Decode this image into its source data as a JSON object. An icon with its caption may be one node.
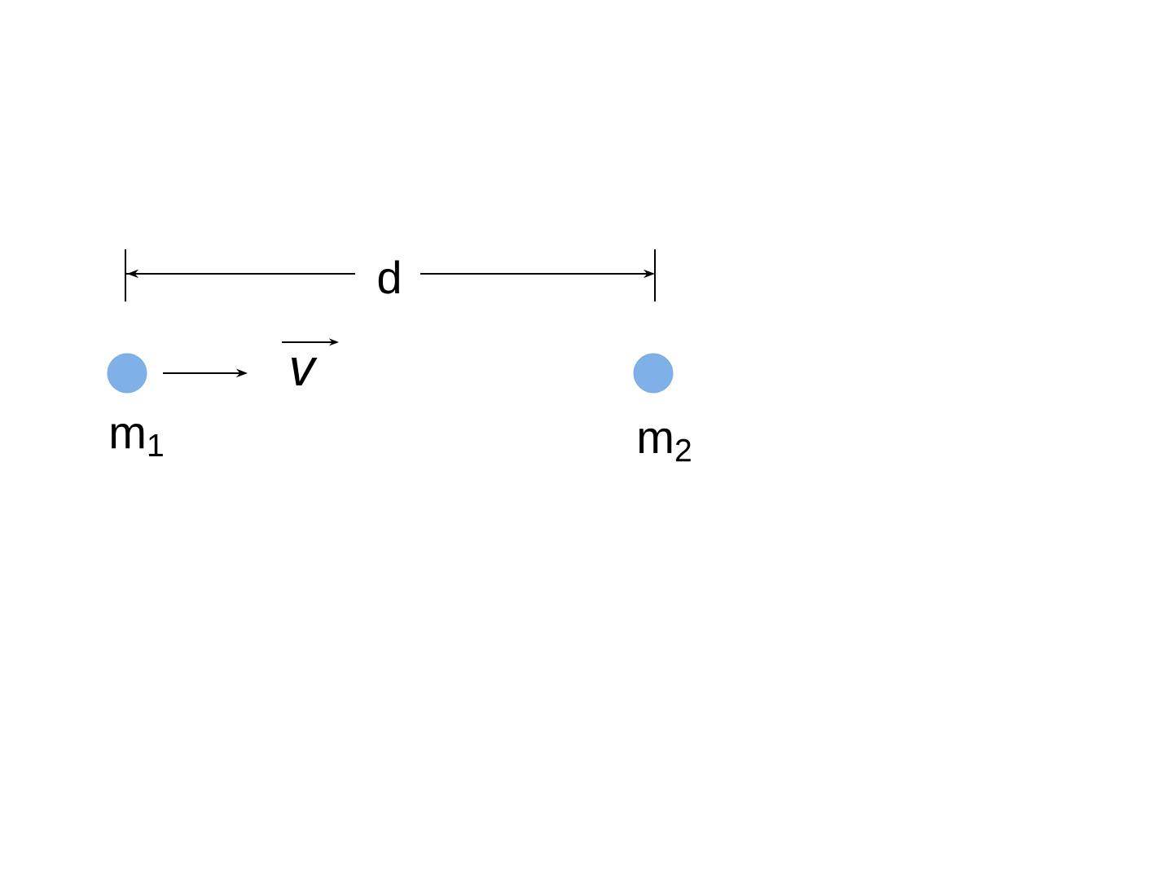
{
  "diagram": {
    "nodes": [
      {
        "text": [],
        "shape": "circle",
        "beside": [
          "m$_{1}$"
        ]
      },
      {
        "text": [],
        "shape": "circle",
        "beside": [
          "m$_{2}$"
        ]
      }
    ],
    "labels": [
      "d",
      "*v*"
    ]
  }
}
